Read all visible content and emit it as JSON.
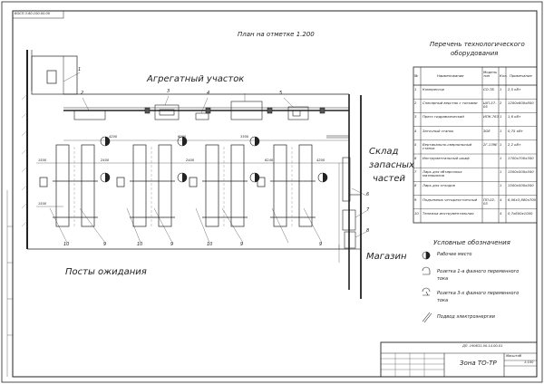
{
  "sheet": {
    "top_stamp": "ВОСП.3.60.100.00.00",
    "plan_title": "План на отметке 1.200",
    "area_aggregate": "Агрегатный участок",
    "area_warehouse": [
      "Склад",
      "запасных",
      "частей"
    ],
    "area_store": "Магазин",
    "area_waiting": "Посты ожидания"
  },
  "dims": [
    "4200",
    "6000",
    "3300",
    "2400",
    "2400",
    "1500",
    "6240",
    "4200",
    "1500"
  ],
  "callouts": [
    "1",
    "2",
    "3",
    "4",
    "5",
    "6",
    "7",
    "8",
    "9",
    "10",
    "9",
    "10",
    "9",
    "10",
    "9"
  ],
  "equipment_list": {
    "title": [
      "Перечень технологического",
      "оборудования"
    ],
    "headers": [
      "№",
      "Наименование",
      "Модель тип",
      "Кол.",
      "Примечание"
    ],
    "rows": [
      {
        "n": "1",
        "name": "Компрессор",
        "model": "СО-7Б",
        "qty": "1",
        "note": "2,5 кВт"
      },
      {
        "n": "2",
        "name": "Слесарный верстак с тисками",
        "model": "ШП-57-05",
        "qty": "2",
        "note": "1200х600х800"
      },
      {
        "n": "3",
        "name": "Пресс гидравлический",
        "model": "ИПК-763",
        "qty": "1",
        "note": "1,6 кВт"
      },
      {
        "n": "4",
        "name": "Заточный станок",
        "model": "ЗОЕ",
        "qty": "1",
        "note": "0,75 кВт"
      },
      {
        "n": "5",
        "name": "Вертикально-сверлильный станок",
        "model": "2Г-139Е",
        "qty": "1",
        "note": "2,2 кВт"
      },
      {
        "n": "6",
        "name": "Инструментальный шкаф",
        "model": "",
        "qty": "1",
        "note": "1700х700х300"
      },
      {
        "n": "7",
        "name": "Ларь для обтирочных материалов",
        "model": "",
        "qty": "1",
        "note": "1500х500х500"
      },
      {
        "n": "8",
        "name": "Ларь для отходов",
        "model": "",
        "qty": "1",
        "note": "1500х500х500"
      },
      {
        "n": "9",
        "name": "Подъемник четырехстоечный",
        "model": "ПП-02-03",
        "qty": "4",
        "note": "6,06х3,880х700"
      },
      {
        "n": "10",
        "name": "Тележка инструментальная",
        "model": "",
        "qty": "4",
        "note": "0,7х600х1000"
      }
    ]
  },
  "legend": {
    "title": "Условные обозначения",
    "items": [
      "Рабочее место",
      "Розетка 1-а фазного переменного тока",
      "Розетка 3-х фазного переменного тока",
      "Подвод электроэнергии"
    ]
  },
  "title_block": {
    "code": "ДП. 190631.00.14.00.01",
    "name": "Зона ТО-ТР",
    "sheet_label": "Масштаб",
    "sheet_value": "1:100"
  },
  "colors": {
    "ink": "#222222",
    "paper": "#ffffff",
    "hatch": "#555555"
  }
}
